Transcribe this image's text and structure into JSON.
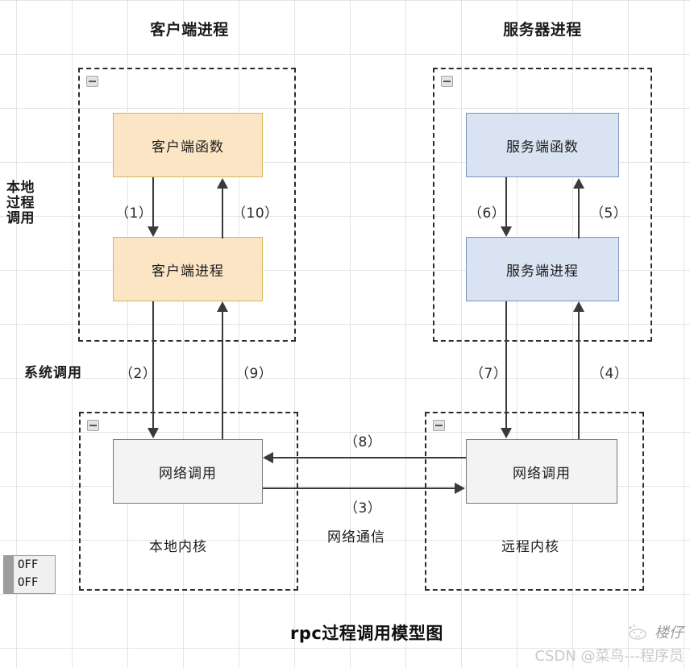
{
  "diagram": {
    "title": "rpc过程调用模型图",
    "column_titles": {
      "client": "客户端进程",
      "server": "服务器进程"
    },
    "side_labels": {
      "local_procedure_call": "本地\n过程\n调用",
      "system_call": "系统调用",
      "network_communication": "网络通信"
    },
    "zones": {
      "local_kernel": "本地内核",
      "remote_kernel": "远程内核"
    },
    "nodes": {
      "client_function": "客户端函数",
      "client_process": "客户端进程",
      "server_function": "服务端函数",
      "server_process": "服务端进程",
      "local_network_call": "网络调用",
      "remote_network_call": "网络调用"
    },
    "steps": {
      "s1": "（1）",
      "s2": "（2）",
      "s3": "（3）",
      "s4": "（4）",
      "s5": "（5）",
      "s6": "（6）",
      "s7": "（7）",
      "s8": "（8）",
      "s9": "（9）",
      "s10": "（10）"
    },
    "colors": {
      "client_fill": "#fbe5c5",
      "client_stroke": "#d6b656",
      "server_fill": "#dae3f2",
      "server_stroke": "#7b94c4",
      "kernel_fill": "#f3f3f3",
      "kernel_stroke": "#767676",
      "arrow": "#3a3a3a",
      "group_border": "#2b2b2b",
      "grid": "#cdd0d6"
    }
  },
  "overlay": {
    "off_widget": {
      "row1": "OFF",
      "row2": "OFF"
    }
  },
  "watermark": {
    "logo_name": "楼仔",
    "credit": "CSDN @菜鸟---程序员"
  }
}
